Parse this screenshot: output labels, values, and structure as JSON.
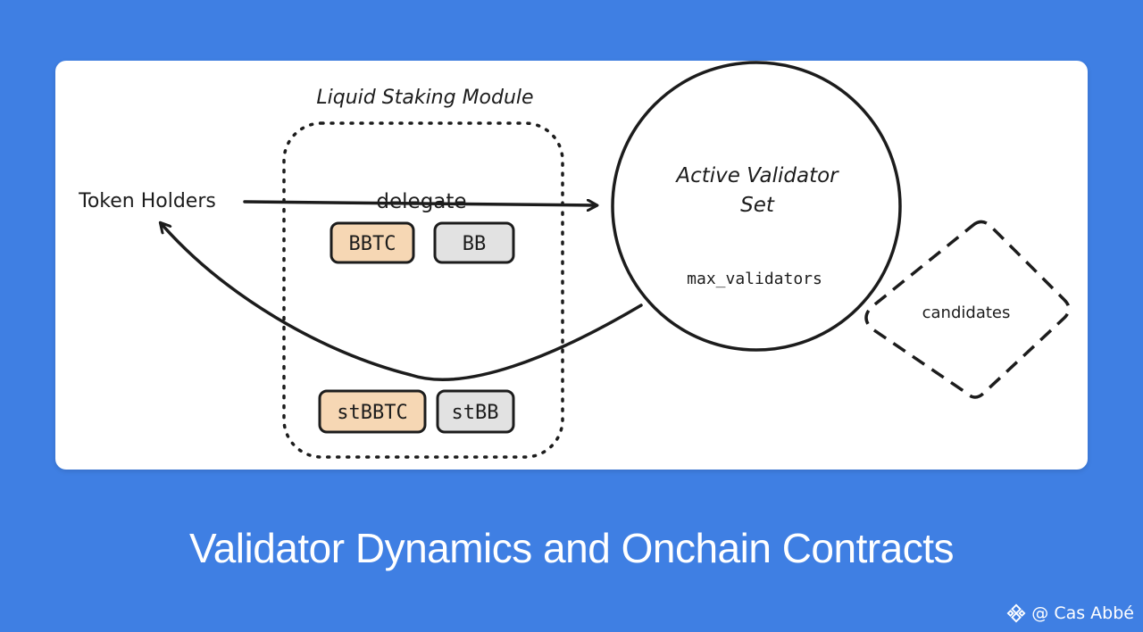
{
  "colors": {
    "background": "#3f7fe3",
    "card": "#ffffff",
    "token_orange": "#f6d7b4",
    "token_gray": "#e2e2e2",
    "ink": "#1c1c1c"
  },
  "diagram": {
    "module_label": "Liquid Staking Module",
    "token_holders_label": "Token Holders",
    "delegate_label": "delegate",
    "tokens_in": [
      "BBTC",
      "BB"
    ],
    "tokens_out": [
      "stBBTC",
      "stBB"
    ],
    "validator_set_label_line1": "Active Validator",
    "validator_set_label_line2": "Set",
    "max_validators_label": "max_validators",
    "candidates_label": "candidates"
  },
  "title": "Validator Dynamics and Onchain Contracts",
  "watermark": {
    "text": "@ Cas Abbé",
    "icon": "binance-logo-icon"
  }
}
